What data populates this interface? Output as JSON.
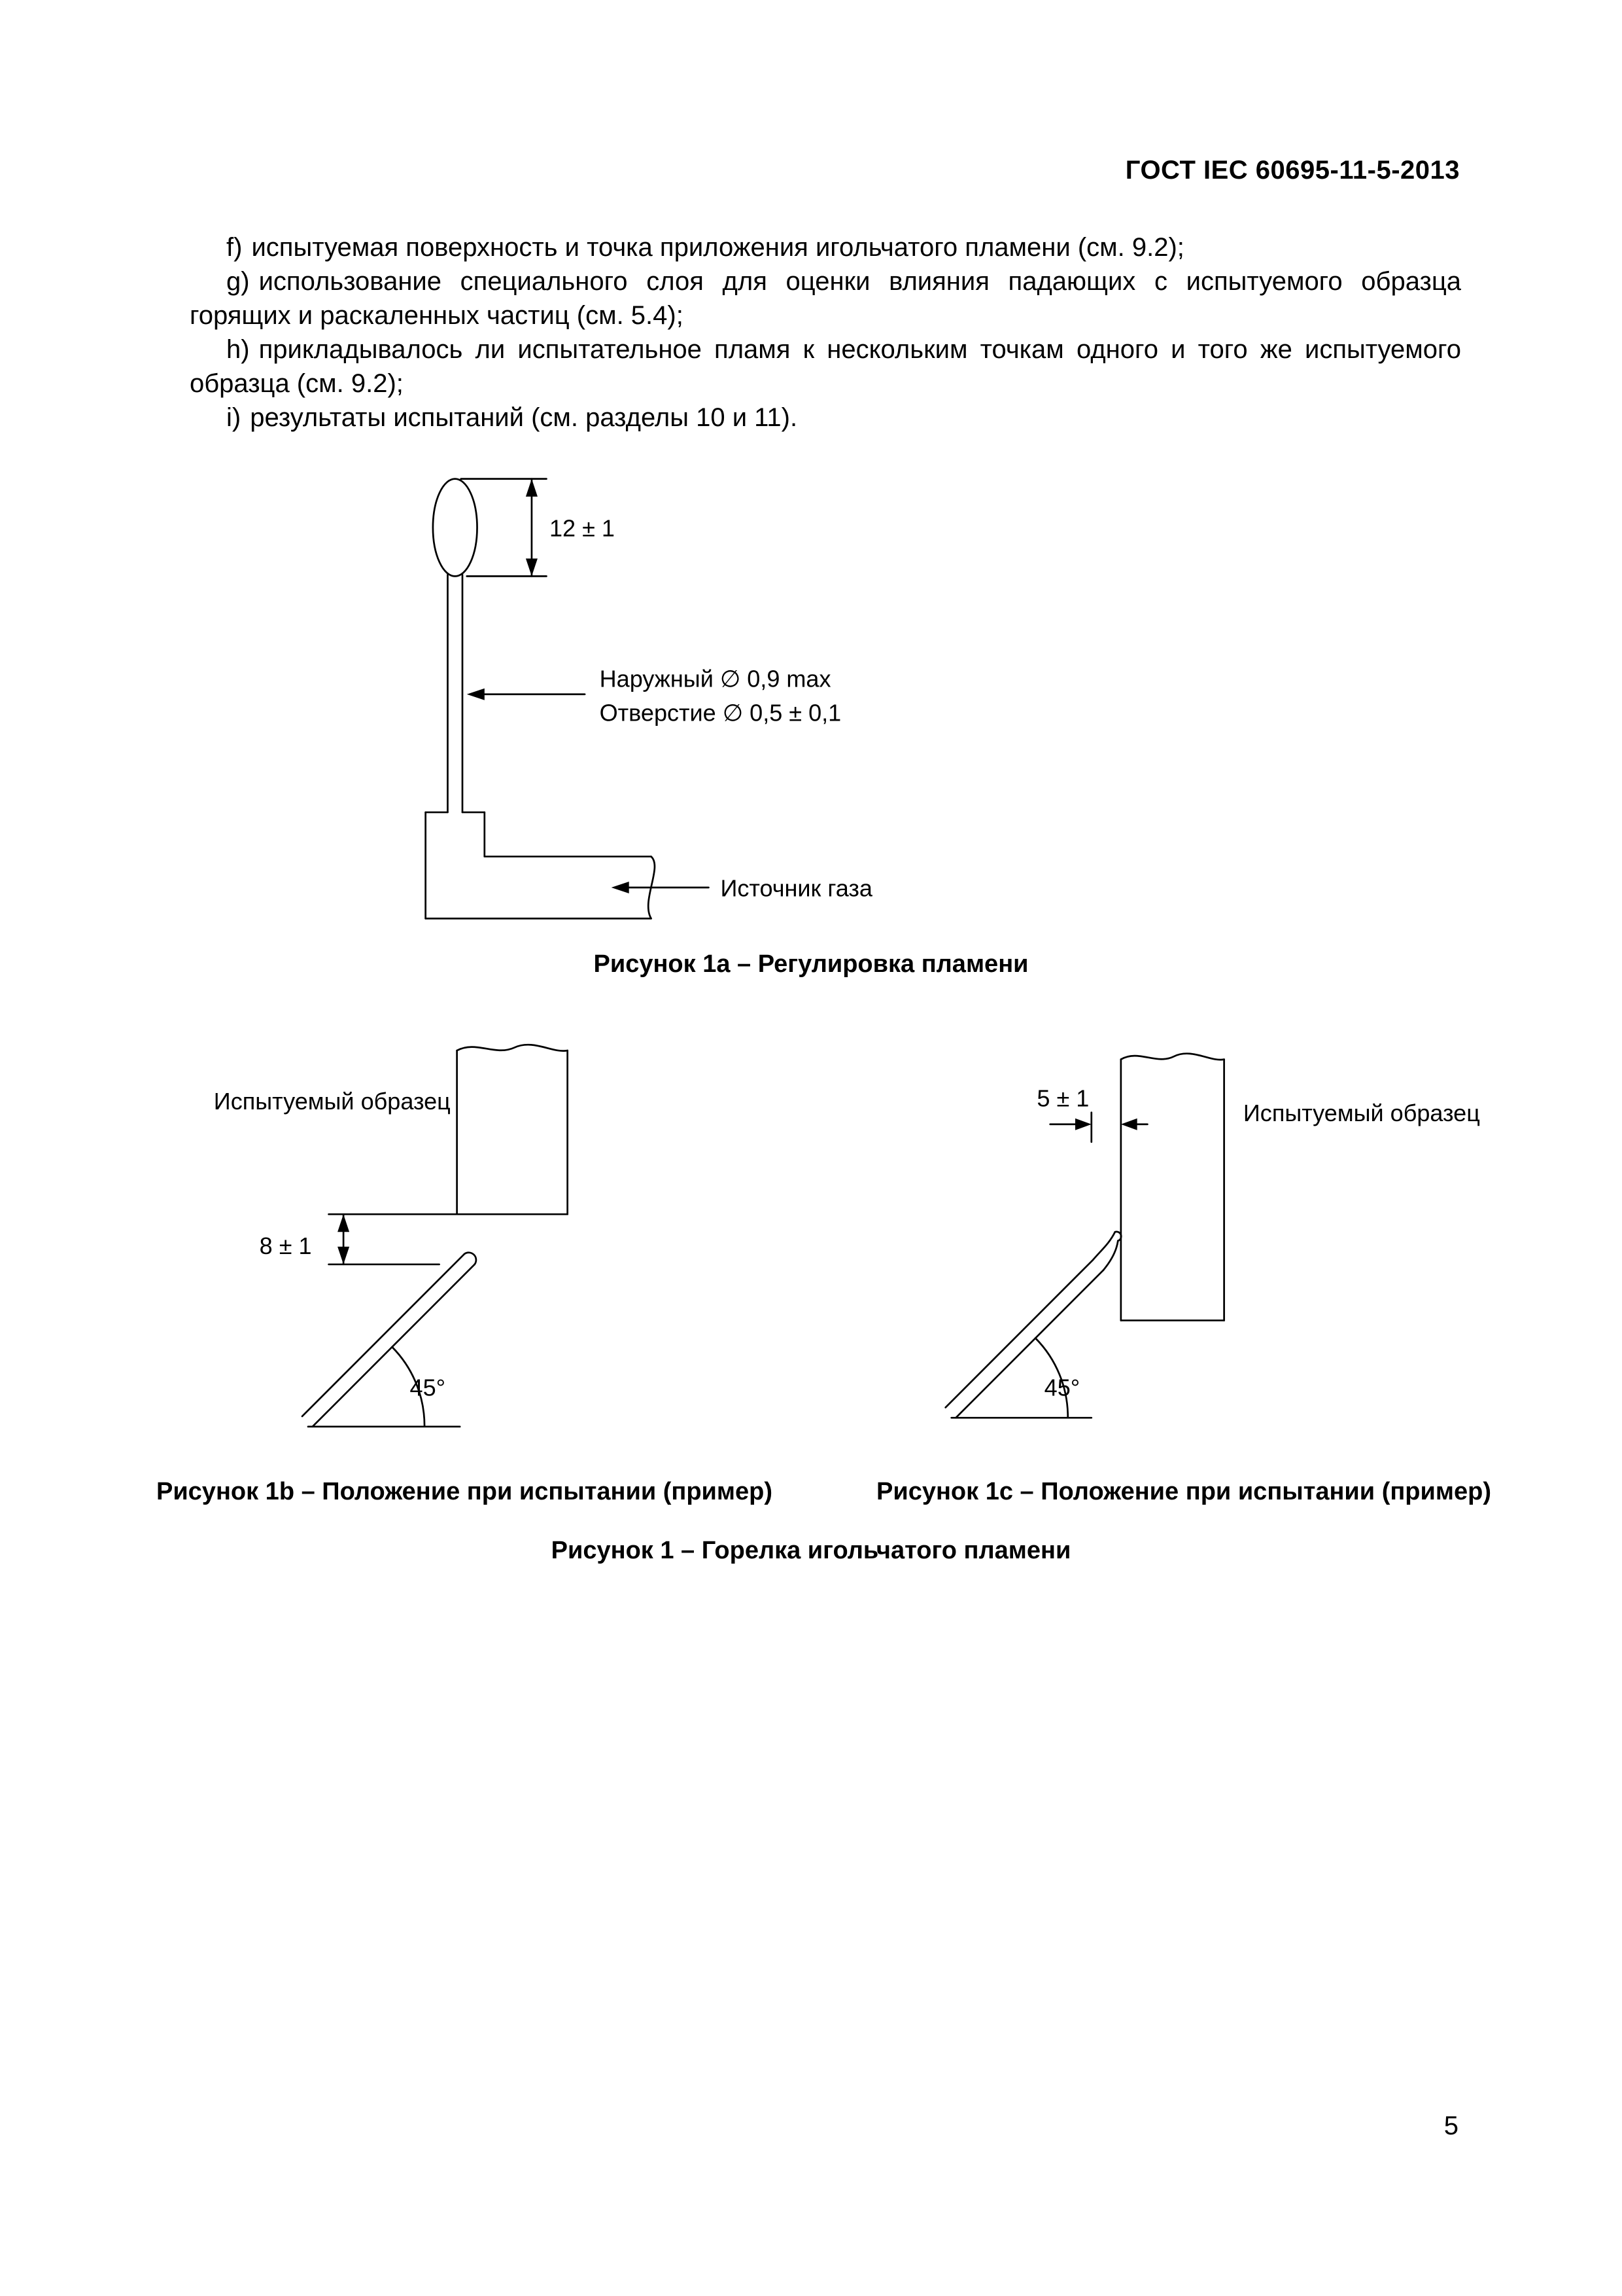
{
  "page": {
    "header": "ГОСТ IEC 60695-11-5-2013",
    "number": "5"
  },
  "paragraphs": [
    {
      "label": "f)",
      "text": "испытуемая поверхность и точка приложения игольчатого пламени (см. 9.2);"
    },
    {
      "label": "g)",
      "text": "использование специального слоя для оценки влияния падающих с испытуемого образца горящих и раскаленных частиц (см. 5.4);"
    },
    {
      "label": "h)",
      "text": "прикладывалось ли испытательное пламя к нескольким точкам одного и того же испытуемого образца (см. 9.2);"
    },
    {
      "label": "i)",
      "text": "результаты испытаний (см. разделы 10 и 11)."
    }
  ],
  "figures": {
    "fig1a": {
      "flame_height_dim": "12 ± 1",
      "outer_dia_label": "Наружный ∅ 0,9 max",
      "orifice_dia_label": "Отверстие ∅ 0,5 ± 0,1",
      "gas_source_label": "Источник газа",
      "caption": "Рисунок 1а – Регулировка пламени"
    },
    "fig1b": {
      "specimen_label": "Испытуемый образец",
      "distance_dim": "8 ± 1",
      "angle_label": "45°",
      "caption": "Рисунок 1b – Положение при испытании (пример)"
    },
    "fig1c": {
      "specimen_label": "Испытуемый образец",
      "distance_dim": "5 ± 1",
      "angle_label": "45°",
      "caption": "Рисунок 1c – Положение при испытании (пример)"
    },
    "fig1_caption": "Рисунок 1 – Горелка игольчатого пламени"
  },
  "colors": {
    "ink": "#000000",
    "paper": "#ffffff"
  }
}
